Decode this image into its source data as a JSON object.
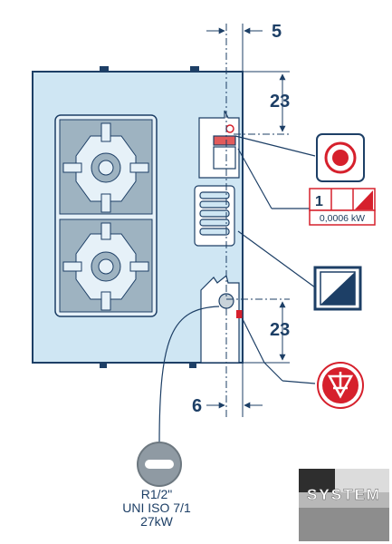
{
  "dimensions": {
    "top_offset": "5",
    "top_height": "23",
    "bottom_height": "23",
    "bottom_offset": "6"
  },
  "electrical": {
    "phase": "1",
    "power": "0,0006 kW"
  },
  "gas": {
    "thread": "R1/2\"",
    "standard": "UNI ISO 7/1",
    "power": "27kW"
  },
  "watermark": {
    "text": "SYSTEM"
  },
  "colors": {
    "body_fill": "#cfe6f3",
    "outline": "#1d3f66",
    "accent_red": "#d6202c",
    "grate": "#9eb3c1"
  },
  "icons": [
    "electric-connection-icon",
    "single-phase-power-icon",
    "control-panel-icon",
    "earth-ground-icon",
    "gas-inlet-icon"
  ]
}
